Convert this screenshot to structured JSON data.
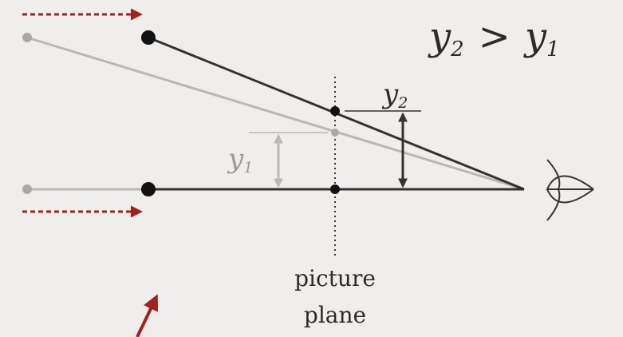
{
  "diagram": {
    "equation": {
      "left": "y",
      "left_sub": "2",
      "operator": ">",
      "right": "y",
      "right_sub": "1"
    },
    "label_y2": {
      "main": "y",
      "sub": "2"
    },
    "label_y1": {
      "main": "y",
      "sub": "1"
    },
    "caption_line1": "picture",
    "caption_line2": "plane"
  },
  "colors": {
    "background": "#efeeec",
    "dark_line": "#333333",
    "light_line": "#b8b8b8",
    "light_point": "#a9a9a9",
    "arrow_red": "#a0231b",
    "text_dark": "#2b2b2b",
    "text_light": "#9b9b9b"
  }
}
